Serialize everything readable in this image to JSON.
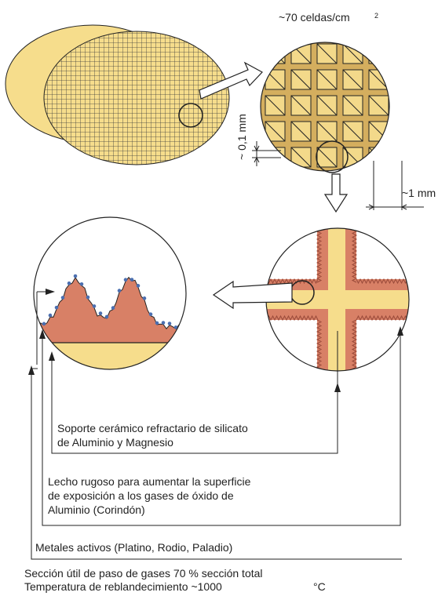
{
  "labels": {
    "cell_density": "~70 celdas/cm",
    "cell_density_sup": "2",
    "wall_thickness": "~ 0,1 mm",
    "cell_pitch": "~1 mm",
    "ceramic_support_line1": "Soporte cerámico refractario de silicato",
    "ceramic_support_line2": "de Aluminio y Magnesio",
    "rough_bed_line1": "Lecho rugoso para aumentar la superficie",
    "rough_bed_line2": "de exposición a los gases de óxido de",
    "rough_bed_line3": "Aluminio (Corindón)",
    "active_metals": "Metales activos (Platino, Rodio, Paladio)",
    "footer_line1": "Sección útil de paso de gases 70 % sección total",
    "footer_line2": "Temperatura de reblandecimiento ~1000",
    "footer_unit": "°C"
  },
  "colors": {
    "ceramic_yellow": "#f6dd8c",
    "cell_wall": "#d4ae5e",
    "alumina": "#d88066",
    "metal_dots": "#4b6fb0",
    "line": "#222222"
  }
}
